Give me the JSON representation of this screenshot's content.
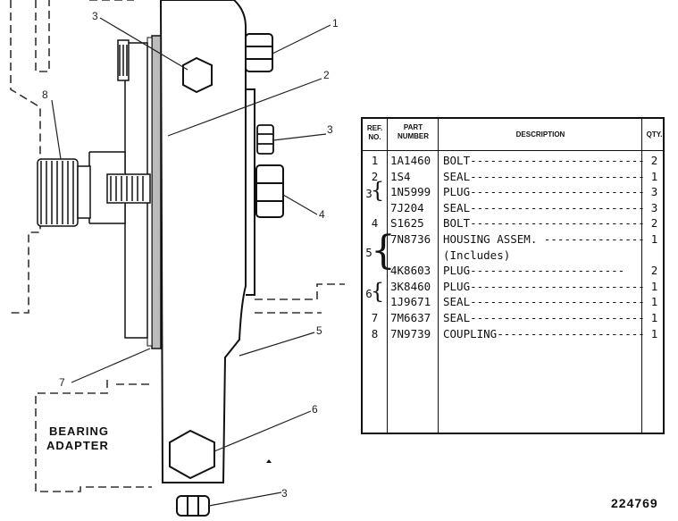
{
  "callouts": [
    "1",
    "2",
    "3",
    "3",
    "4",
    "5",
    "6",
    "3",
    "7",
    "8"
  ],
  "adapter_label": [
    "BEARING",
    "ADAPTER"
  ],
  "drawing_number": "224769",
  "table": {
    "headers": {
      "ref": [
        "REF.",
        "NO."
      ],
      "part": [
        "PART",
        "NUMBER"
      ],
      "description": "DESCRIPTION",
      "qty": "QTY."
    },
    "rows": [
      {
        "ref": "1",
        "part": "1A1460",
        "description": "BOLT---------------------------",
        "qty": "2"
      },
      {
        "ref": "2",
        "part": "1S4",
        "description": "SEAL---------------------------",
        "qty": "1"
      },
      {
        "ref": "",
        "part": "1N5999",
        "description": "PLUG---------------------------",
        "qty": "3"
      },
      {
        "ref": "",
        "part": "7J204",
        "description": "SEAL---------------------------",
        "qty": "3"
      },
      {
        "ref": "4",
        "part": "S1625",
        "description": "BOLT---------------------------",
        "qty": "2"
      },
      {
        "ref": "",
        "part": "7N8736",
        "description": "HOUSING ASSEM. -----------------",
        "qty": "1"
      },
      {
        "ref": "",
        "part": "",
        "description": "    (Includes)",
        "qty": ""
      },
      {
        "ref": "",
        "part": "4K8603",
        "description": "    PLUG-----------------------",
        "qty": "2"
      },
      {
        "ref": "",
        "part": "3K8460",
        "description": "PLUG---------------------------",
        "qty": "1"
      },
      {
        "ref": "",
        "part": "1J9671",
        "description": "SEAL---------------------------",
        "qty": "1"
      },
      {
        "ref": "7",
        "part": "7M6637",
        "description": "SEAL---------------------------",
        "qty": "1"
      },
      {
        "ref": "8",
        "part": "7N9739",
        "description": "COUPLING-----------------------",
        "qty": "1"
      }
    ],
    "grouped_refs": [
      "3",
      "5",
      "6"
    ]
  }
}
